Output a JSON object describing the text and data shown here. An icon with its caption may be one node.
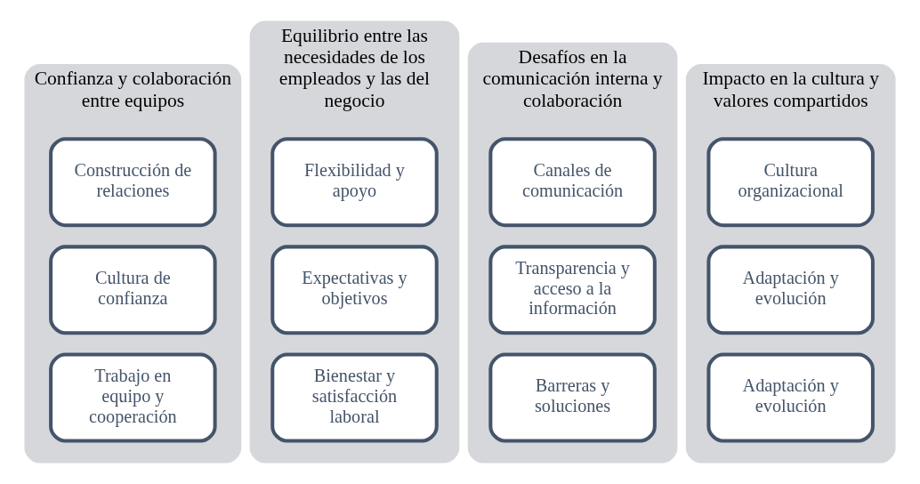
{
  "diagram": {
    "nodes": [
      {
        "text": [
          "Confianza y colaboración entre equipos"
        ]
      },
      {
        "text": [
          "Construcción de relaciones"
        ],
        "in": 0
      },
      {
        "text": [
          "Cultura de confianza"
        ],
        "in": 0
      },
      {
        "text": [
          "Trabajo en equipo y cooperación"
        ],
        "in": 0
      },
      {
        "text": [
          "Equilibrio entre las necesidades de los empleados y las del negocio"
        ]
      },
      {
        "text": [
          "Flexibilidad y apoyo"
        ],
        "in": 4
      },
      {
        "text": [
          "Expectativas y objetivos"
        ],
        "in": 4
      },
      {
        "text": [
          "Bienestar y satisfacción laboral"
        ],
        "in": 4
      },
      {
        "text": [
          "Desafíos en la comunicación interna y colaboración"
        ]
      },
      {
        "text": [
          "Canales de comunicación"
        ],
        "in": 8
      },
      {
        "text": [
          "Transparencia y acceso a la información"
        ],
        "in": 8
      },
      {
        "text": [
          "Barreras y soluciones"
        ],
        "in": 8
      },
      {
        "text": [
          "Impacto en la cultura y valores compartidos"
        ]
      },
      {
        "text": [
          "Cultura organizacional"
        ],
        "in": 12
      },
      {
        "text": [
          "Adaptación y evolución"
        ],
        "in": 12
      },
      {
        "text": [
          "Adaptación y evolución"
        ],
        "in": 12
      }
    ],
    "edges": []
  }
}
